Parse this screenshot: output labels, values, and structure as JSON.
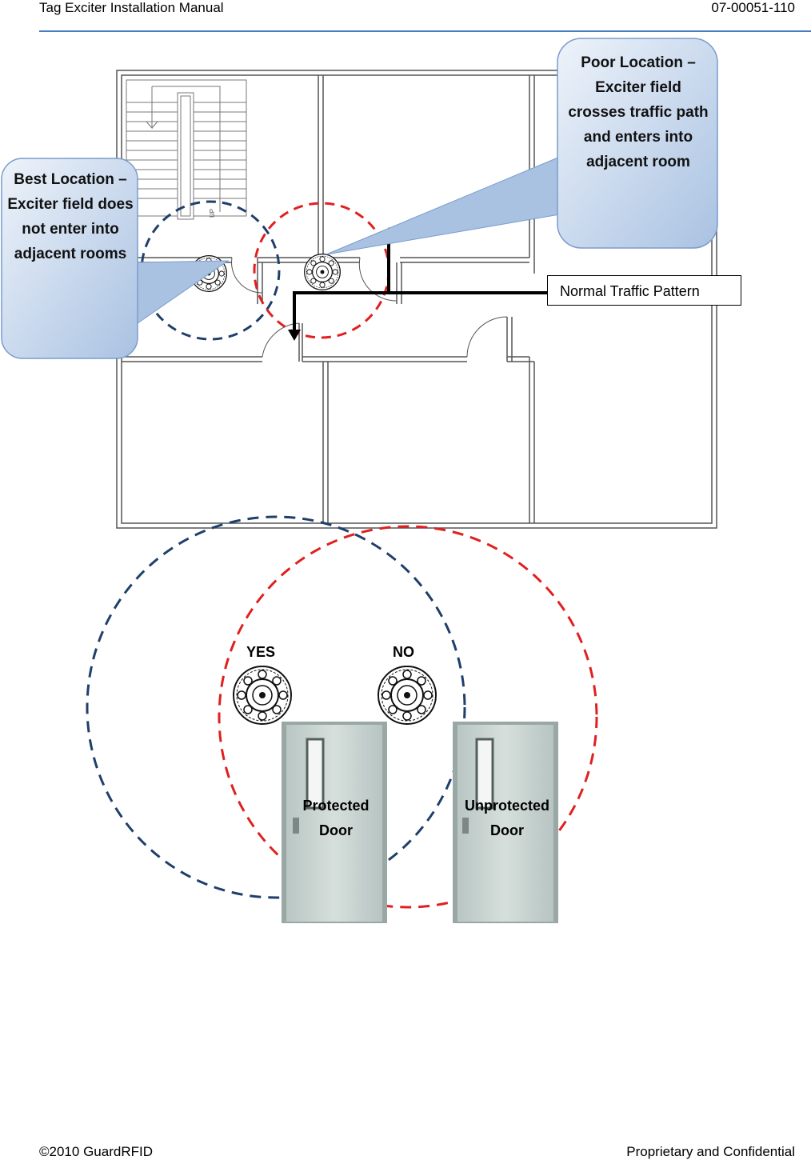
{
  "header": {
    "title": "Tag Exciter Installation Manual",
    "doc_number": "07-00051-110"
  },
  "floor_plan": {
    "best_callout": "Best Location – Exciter field does not enter into adjacent rooms",
    "poor_callout": "Poor Location – Exciter field crosses traffic path and enters into adjacent room",
    "traffic_label": "Normal Traffic Pattern",
    "stair_label": "UP"
  },
  "door_diagram": {
    "yes_label": "YES",
    "no_label": "NO",
    "protected_door": "Protected Door",
    "unprotected_door": "Unprotected Door"
  },
  "colors": {
    "good_field": "#1f3f6b",
    "bad_field": "#e02020",
    "callout_fill": "#c5d6ec",
    "rule": "#4a7cc0"
  },
  "footer": {
    "copyright": "©2010 GuardRFID",
    "notice": "Proprietary and Confidential"
  }
}
